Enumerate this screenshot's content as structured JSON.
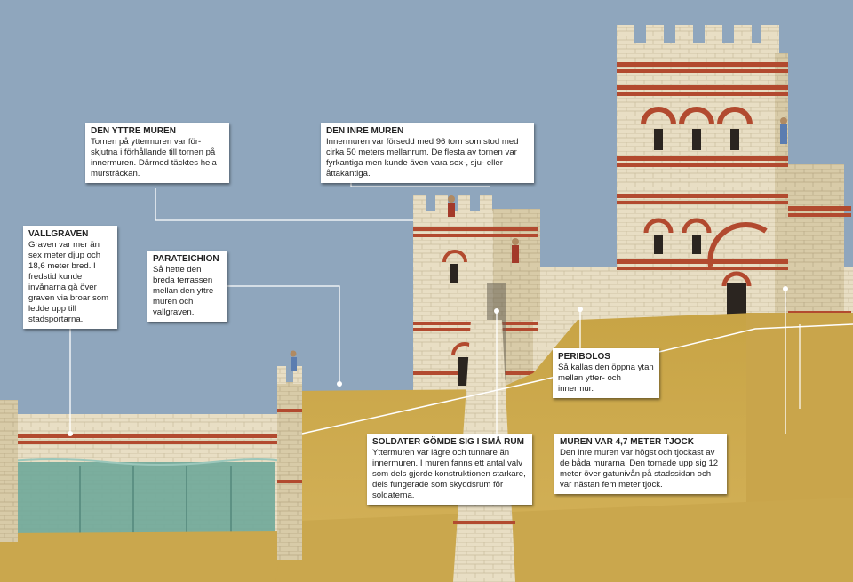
{
  "callouts": {
    "yttre_muren": {
      "title": "DEN YTTRE MUREN",
      "body": "Tornen på yttermuren var för-skjutna i förhållande till tornen på innermuren. Därmed täcktes hela mursträckan."
    },
    "inre_muren": {
      "title": "DEN INRE MUREN",
      "body": "Innermuren var försedd med 96 torn som stod med cirka 50 meters mellanrum. De flesta av tornen var fyrkantiga men kunde även vara sex-, sju- eller åttakantiga."
    },
    "vallgraven": {
      "title": "VALLGRAVEN",
      "body": "Graven var mer än sex meter djup och 18,6 meter bred. I fredstid kunde invånarna gå över graven via broar som ledde upp till stadsportarna."
    },
    "parateichion": {
      "title": "PARATEICHION",
      "body": "Så hette den breda terrassen mellan den yttre muren och vallgraven."
    },
    "peribolos": {
      "title": "PERIBOLOS",
      "body": "Så kallas den öppna ytan mellan ytter- och innermur."
    },
    "soldater": {
      "title": "SOLDATER GÖMDE SIG I SMÅ RUM",
      "body": "Yttermuren var lägre och tunnare än innermuren. I muren fanns ett antal valv som dels gjorde konstruktionen starkare, dels fungerade som skyddsrum för soldaterna."
    },
    "muren_tjock": {
      "title": "MUREN VAR 4,7 METER TJOCK",
      "body": "Den inre muren var högst och tjockast av de båda murarna. Den tornade upp sig 12 meter över gatunivån på stadssidan och var nästan fem meter tjock."
    }
  },
  "colors": {
    "sky": "#8fa6bd",
    "ground": "#c9a54b",
    "stone": "#e6dcc2",
    "brick": "#b24a2f",
    "water": "#6fa89a"
  }
}
